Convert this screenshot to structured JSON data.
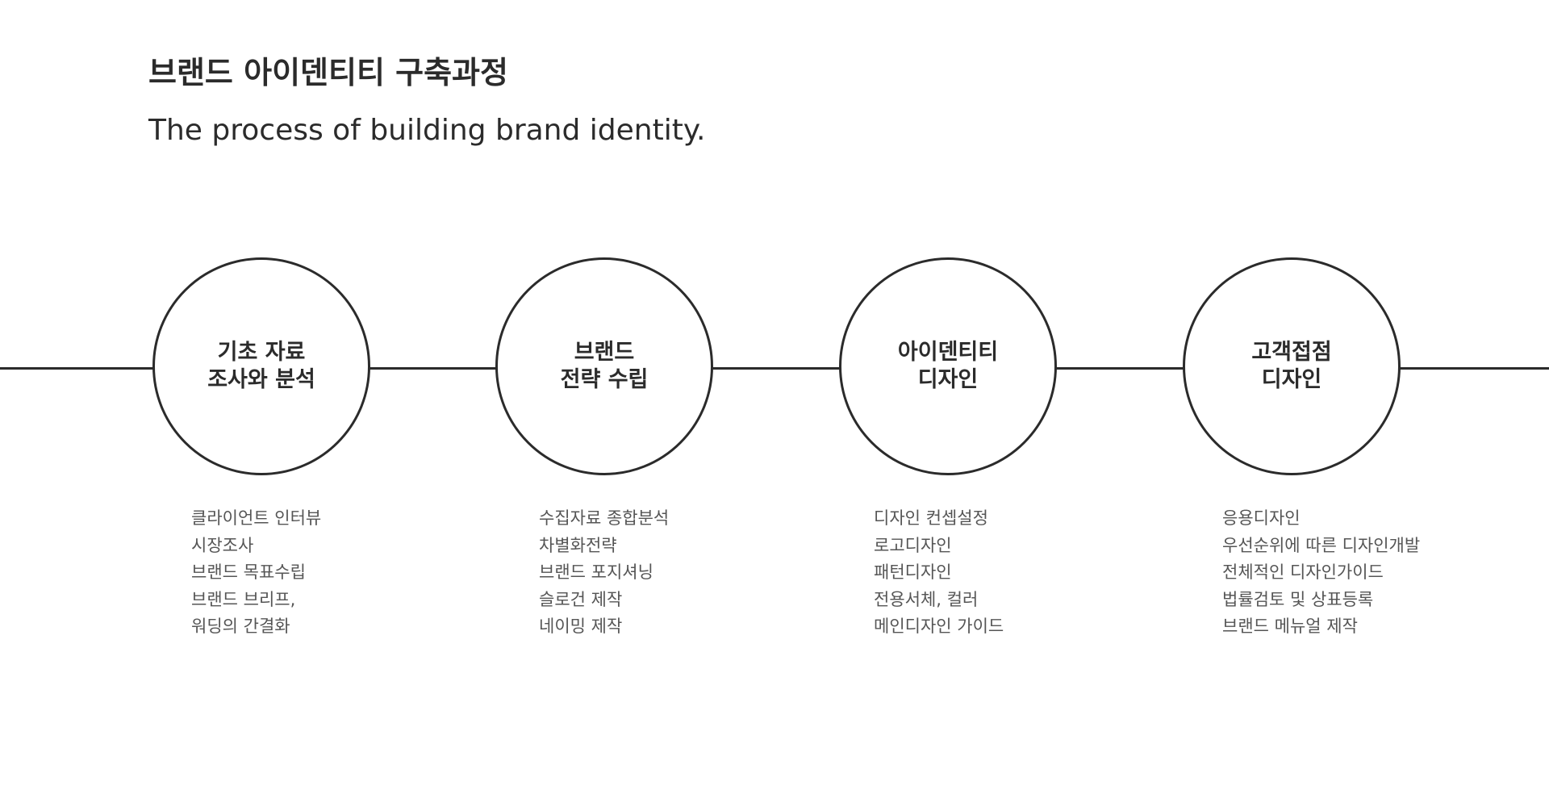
{
  "header": {
    "title": "브랜드 아이덴티티 구축과정",
    "subtitle": "The process of building brand identity."
  },
  "steps": [
    {
      "label": "기초 자료\n조사와 분석",
      "items": [
        "클라이언트 인터뷰",
        "시장조사",
        "브랜드 목표수립",
        "브랜드 브리프,",
        "워딩의 간결화"
      ]
    },
    {
      "label": "브랜드\n전략 수립",
      "items": [
        "수집자료 종합분석",
        "차별화전략",
        "브랜드 포지셔닝",
        "슬로건 제작",
        "네이밍 제작"
      ]
    },
    {
      "label": "아이덴티티\n디자인",
      "items": [
        "디자인 컨셉설정",
        "로고디자인",
        "패턴디자인",
        "전용서체, 컬러",
        "메인디자인 가이드"
      ]
    },
    {
      "label": "고객접점\n디자인",
      "items": [
        "응용디자인",
        "우선순위에 따른 디자인개발",
        "전체적인 디자인가이드",
        "법률검토 및 상표등록",
        "브랜드 메뉴얼 제작"
      ]
    }
  ],
  "colors": {
    "line": "#2b2b2b",
    "text": "#2b2b2b",
    "item_text": "#555555"
  }
}
